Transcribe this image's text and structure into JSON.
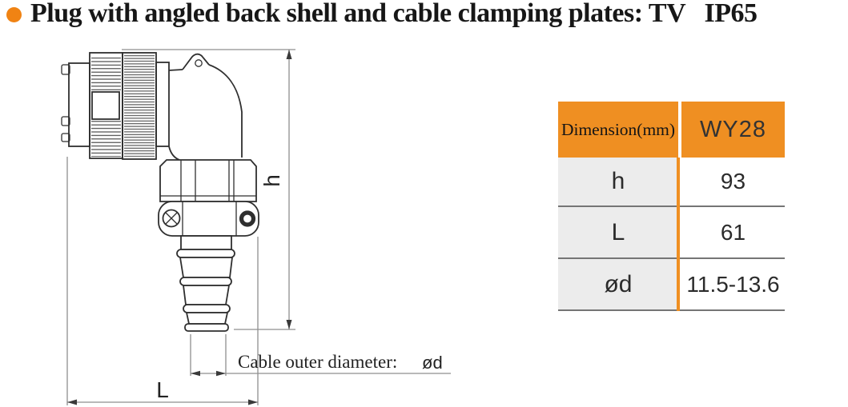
{
  "title": {
    "text": "Plug with angled back shell and cable clamping plates: TV   IP65",
    "bullet_color": "#f08313"
  },
  "drawing": {
    "dim_h_label": "h",
    "dim_l_label": "L",
    "cable_note": "Cable outer diameter:",
    "cable_symbol": "ød"
  },
  "table": {
    "accent_color": "#ef8f22",
    "row_label_bg": "#ececec",
    "divider_color": "#757575",
    "header": {
      "dimension_col": "Dimension(mm)",
      "model_col": "WY28"
    },
    "rows": [
      {
        "label": "h",
        "value": "93"
      },
      {
        "label": "L",
        "value": "61"
      },
      {
        "label": "ød",
        "value": "11.5-13.6"
      }
    ]
  }
}
